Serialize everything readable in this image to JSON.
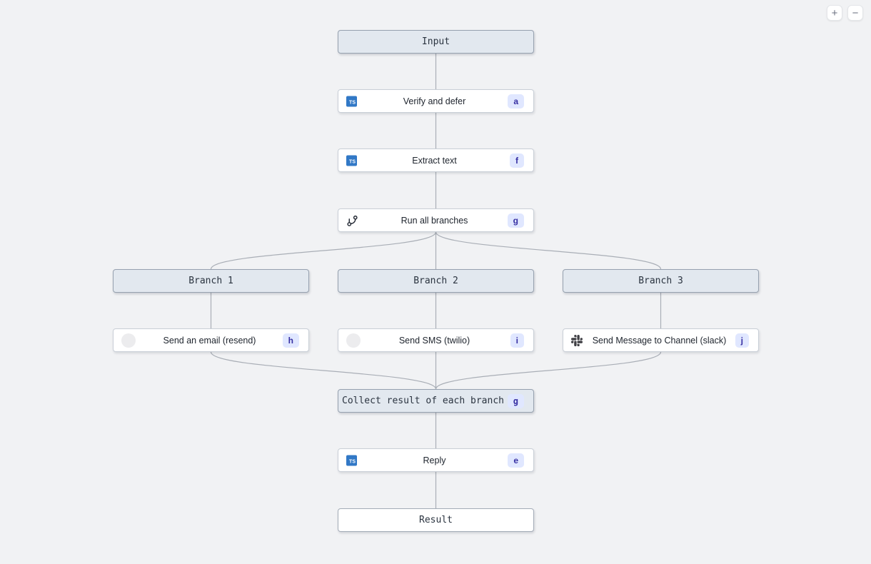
{
  "controls": {
    "zoom_in_label": "+",
    "zoom_out_label": "−"
  },
  "diagram": {
    "ts_logo_text": "TS",
    "nodes": {
      "input": {
        "label": "Input"
      },
      "verify": {
        "label": "Verify and defer",
        "badge": "a",
        "icon": "typescript-logo"
      },
      "extract": {
        "label": "Extract text",
        "badge": "f",
        "icon": "typescript-logo"
      },
      "run_all": {
        "label": "Run all branches",
        "badge": "g",
        "icon": "git-branch"
      },
      "branch1": {
        "label": "Branch 1"
      },
      "branch2": {
        "label": "Branch 2"
      },
      "branch3": {
        "label": "Branch 3"
      },
      "email": {
        "label": "Send an email (resend)",
        "badge": "h",
        "icon": "resend-logo"
      },
      "sms": {
        "label": "Send SMS (twilio)",
        "badge": "i",
        "icon": "twilio-logo"
      },
      "slack": {
        "label": "Send Message to Channel (slack)",
        "badge": "j",
        "icon": "slack-logo"
      },
      "collect": {
        "label": "Collect result of each branch",
        "badge": "g"
      },
      "reply": {
        "label": "Reply",
        "badge": "e",
        "icon": "typescript-logo"
      },
      "result": {
        "label": "Result"
      }
    }
  },
  "colors": {
    "background": "#f1f2f4",
    "group_node_fill": "#e2e8ef",
    "node_border": "#9aa5b1",
    "edge": "#a9aeb6",
    "badge_bg": "#e0e7ff",
    "badge_text": "#3730a3",
    "typescript_blue": "#3178c6"
  }
}
